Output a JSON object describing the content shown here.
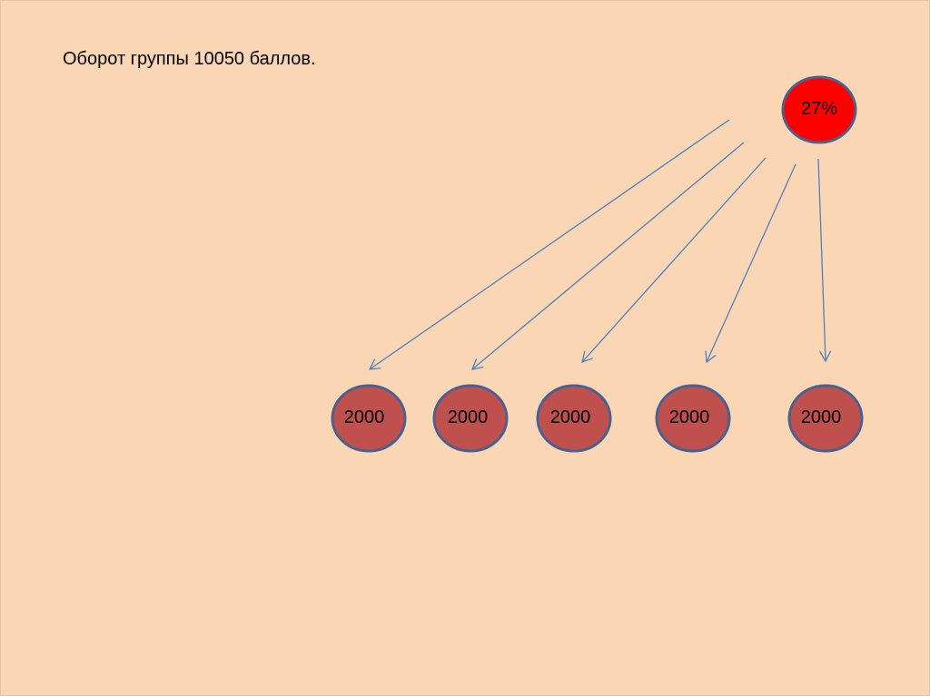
{
  "title": "Оборот группы 10050 баллов.",
  "top_node": {
    "label": "27%",
    "color": "#ff0000"
  },
  "nodes": [
    {
      "label": "2000"
    },
    {
      "label": "2000"
    },
    {
      "label": "2000"
    },
    {
      "label": "2000"
    },
    {
      "label": "2000"
    }
  ],
  "colors": {
    "background": "#fad6b5",
    "node_fill": "#c0504d",
    "outline": "#4a6190",
    "arrow": "#4f81bd"
  }
}
